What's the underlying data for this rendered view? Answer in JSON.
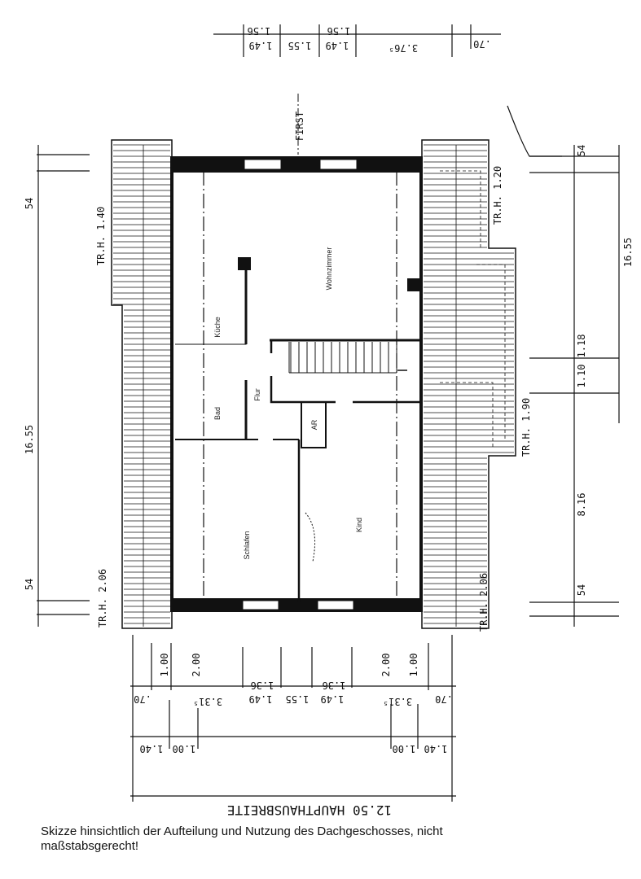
{
  "rooms": {
    "kueche": "Küche",
    "bad": "Bad",
    "flur": "Flur",
    "wohnzimmer": "Wohnzimmer",
    "ar": "AR",
    "schlafen": "Schlafen",
    "kind": "Kind"
  },
  "labels": {
    "first": "FIRST",
    "trh_left_top": "TR.H. 1.40",
    "trh_right_top": "TR.H. 1.20",
    "trh_right_mid": "TR.H. 1.90",
    "trh_left_bottom": "TR.H. 2.06",
    "trh_right_bottom": "TR.H. 2.06"
  },
  "dimensions": {
    "top_row1": [
      "1.56",
      "1.56"
    ],
    "top_row2": [
      "1.49",
      "1.55",
      "1.49",
      "3.76⁵",
      ".70"
    ],
    "left": [
      "54",
      "16.55",
      "54"
    ],
    "right": [
      "54",
      "16.55",
      "1.18",
      "1.10",
      "8.16",
      "54"
    ],
    "bottom_heights": [
      "1.00",
      "2.00",
      "2.00",
      "1.00"
    ],
    "bottom_row1_top": [
      "1.36",
      "1.36"
    ],
    "bottom_row1": [
      ".70",
      "3.31⁵",
      "1.49",
      "1.55",
      "1.49",
      "3.31⁵",
      ".70"
    ],
    "bottom_row2": [
      "1.40",
      "1.00",
      "1.00",
      "1.40"
    ],
    "total": "12.50 HAUPTHAUSBREITE"
  },
  "caption": {
    "line1": "Skizze hinsichtlich der Aufteilung und Nutzung des Dachgeschosses, nicht",
    "line2": "maßstabsgerecht!"
  }
}
